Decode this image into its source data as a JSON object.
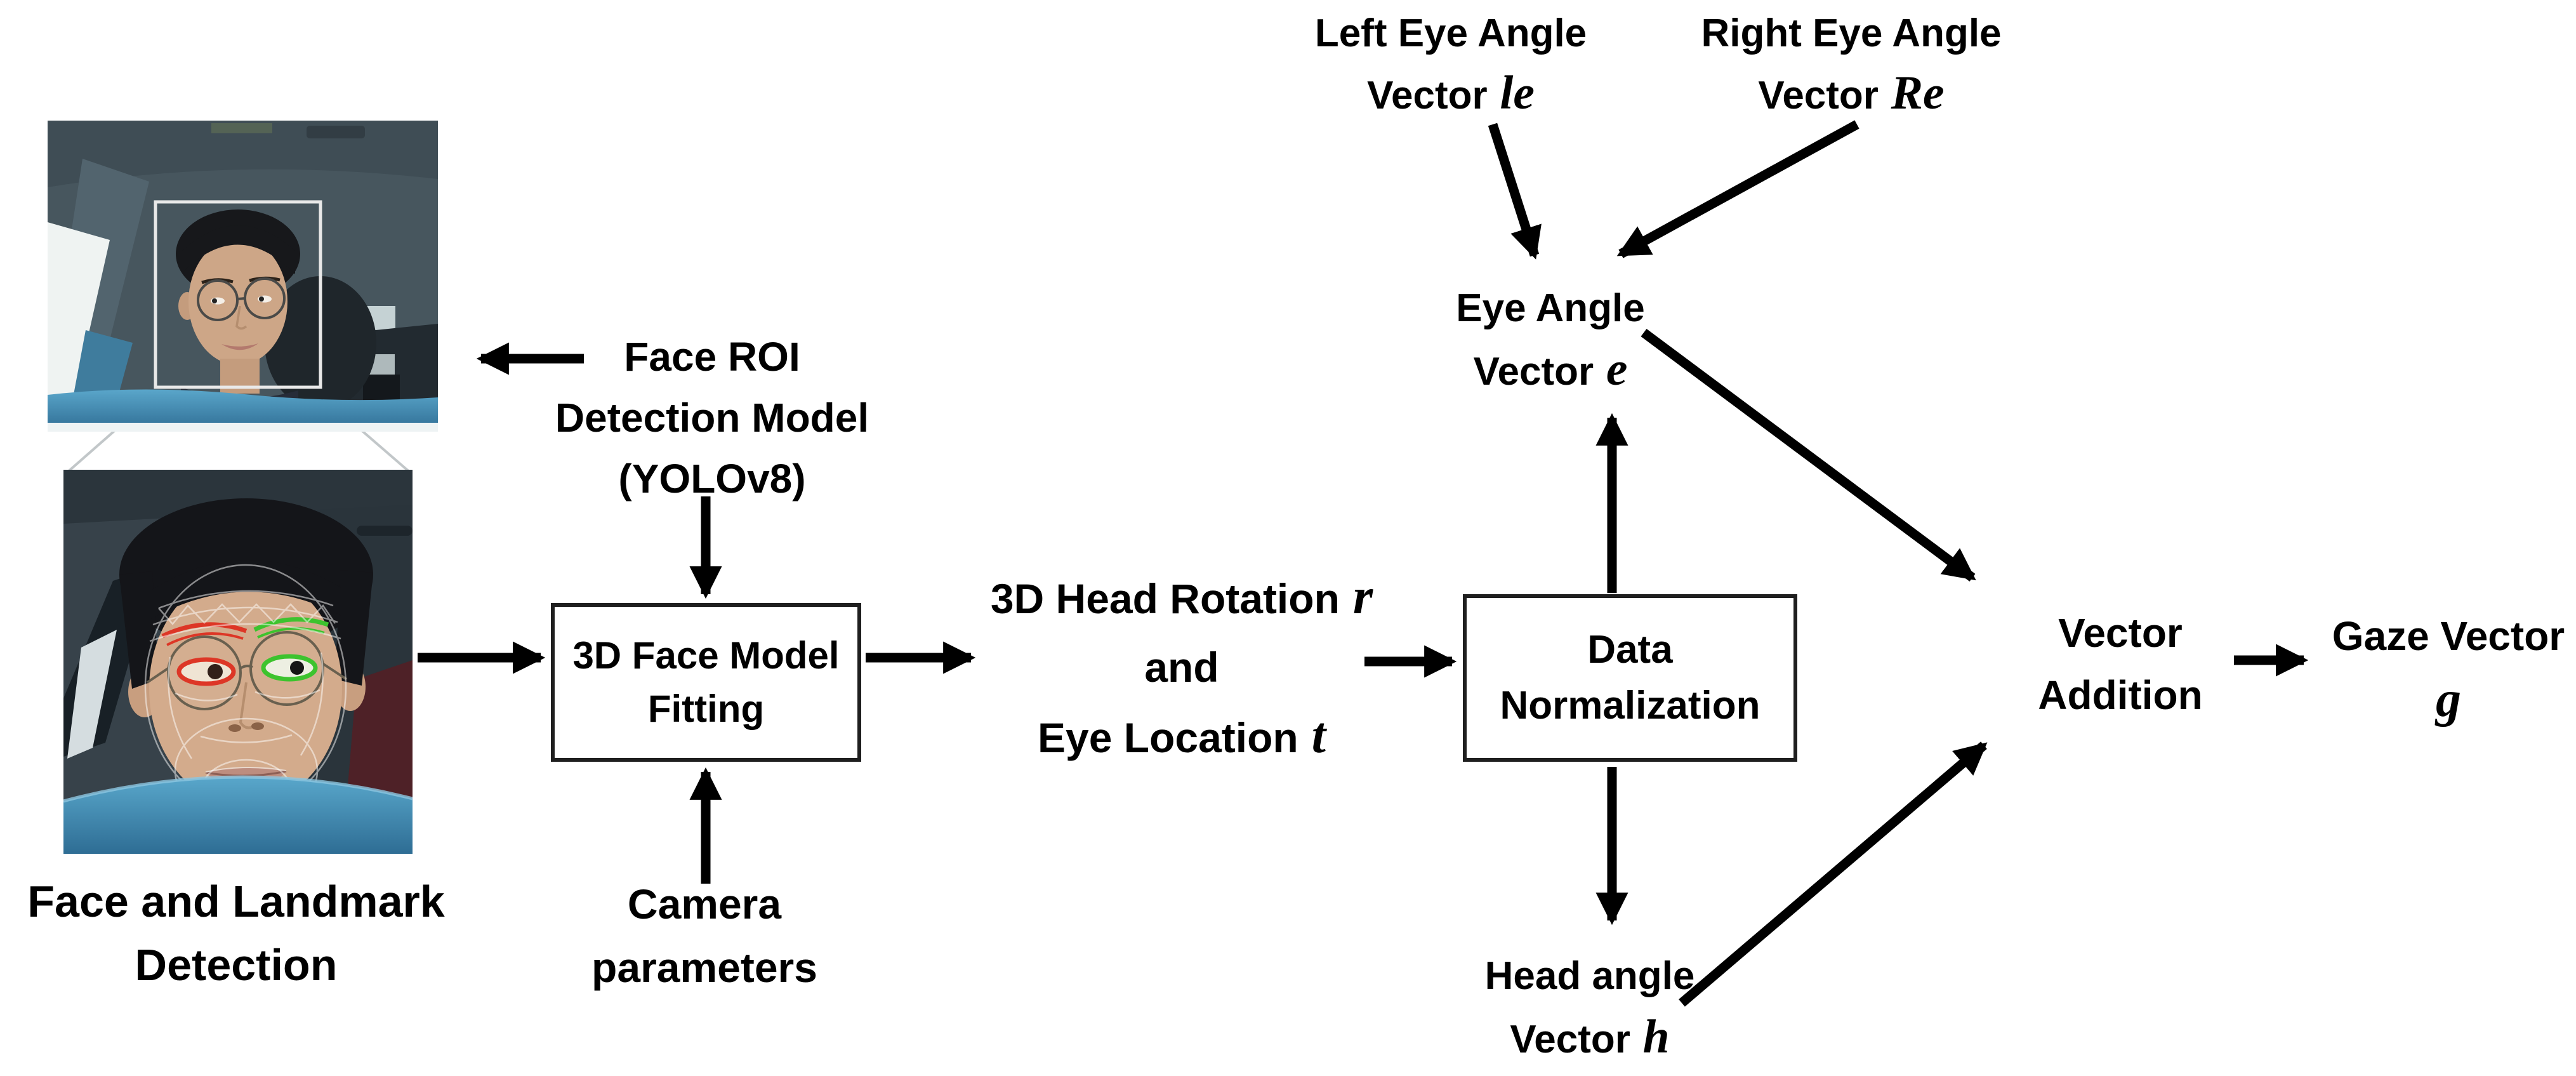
{
  "nodes": {
    "left_eye": {
      "l1": "Left Eye Angle",
      "l2": "Vector",
      "sym": "le"
    },
    "right_eye": {
      "l1": "Right Eye Angle",
      "l2": "Vector",
      "sym": "Re"
    },
    "eye_angle": {
      "l1": "Eye Angle",
      "l2": "Vector",
      "sym": "e"
    },
    "head_angle": {
      "l1": "Head angle",
      "l2": "Vector",
      "sym": "h"
    },
    "face_roi": {
      "l1": "Face ROI",
      "l2": "Detection Model",
      "l3": "(YOLOv8)"
    },
    "face_fitting": {
      "l1": "3D Face Model",
      "l2": "Fitting"
    },
    "head_rotation": {
      "l1": "3D Head Rotation",
      "l1sym": "r",
      "l2": "and",
      "l3": "Eye Location",
      "l3sym": "t"
    },
    "data_norm": {
      "l1": "Data",
      "l2": "Normalization"
    },
    "vector_add": {
      "l1": "Vector",
      "l2": "Addition"
    },
    "gaze": {
      "l1": "Gaze Vector",
      "sym": "g"
    },
    "face_landmark": {
      "l1": "Face and Landmark",
      "l2": "Detection"
    },
    "camera": {
      "l1": "Camera",
      "l2": "parameters"
    }
  },
  "images": {
    "driver_photo": "in-car-driver-photo-with-face-roi-box",
    "landmark_photo": "driver-face-closeup-with-3d-landmark-mesh"
  },
  "colors": {
    "background": "#ffffff",
    "text": "#000000",
    "arrow": "#000000",
    "box_border": "#1f1f1f",
    "roi_box": "#e9e9e9",
    "callout_line": "#c2c7c9",
    "landmark_red": "#dd3626",
    "landmark_green": "#3dc32e",
    "cabin_teal": "#47565e",
    "dashboard_blue": "#3f7fa5",
    "window_white": "#eff3f2"
  }
}
